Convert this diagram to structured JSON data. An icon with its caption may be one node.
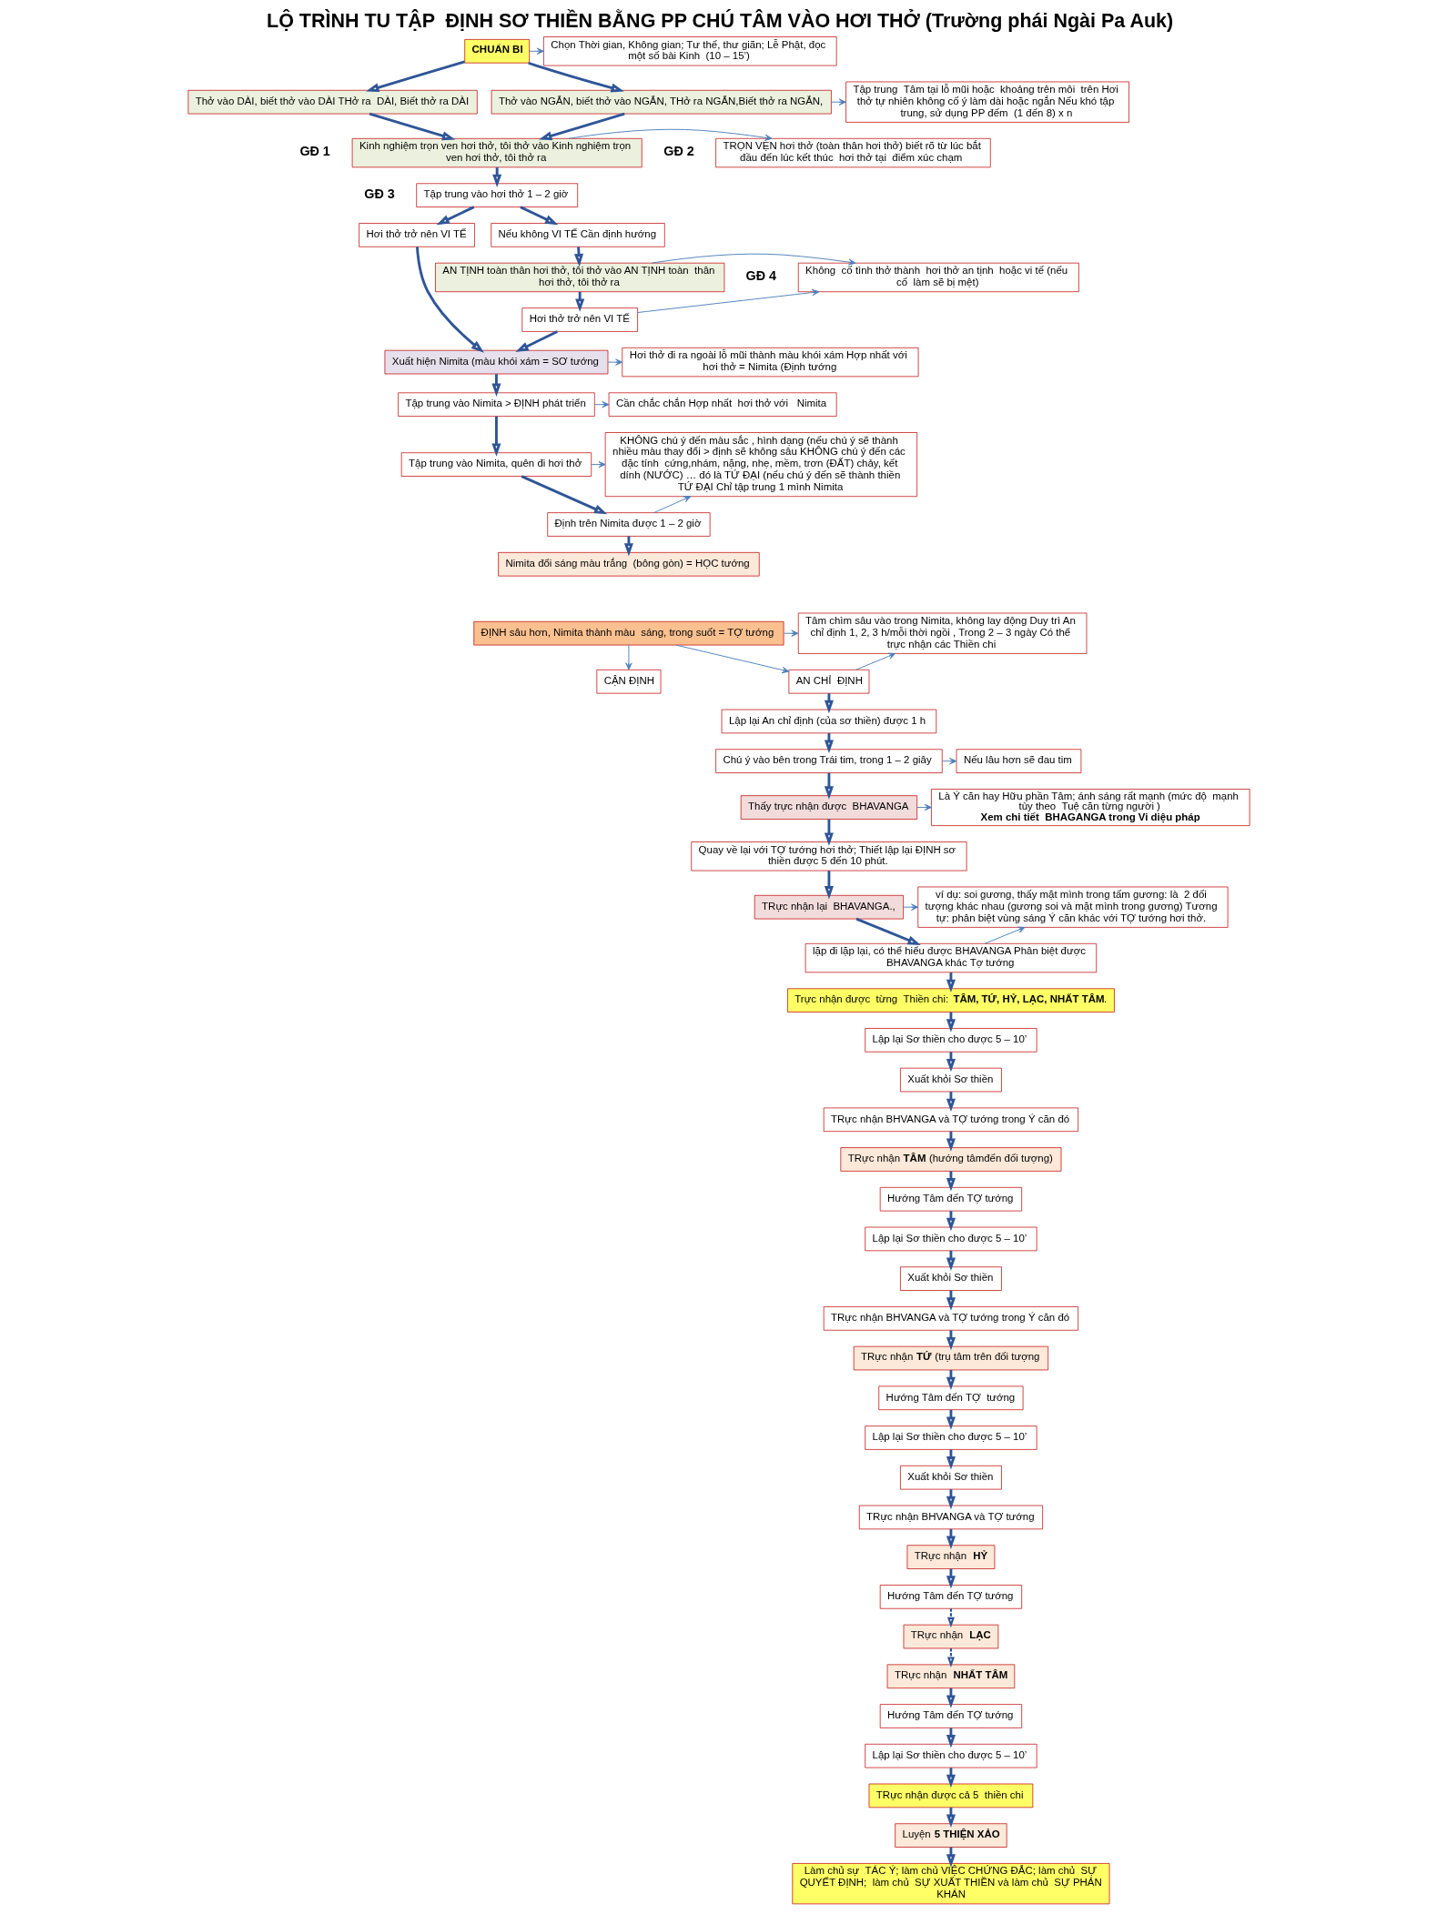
{
  "diagram": {
    "title": "LỘ TRÌNH TU TẬP  ĐỊNH SƠ THIỀN BẰNG PP CHÚ TÂM VÀO HƠI THỞ (Trường phái Ngài Pa Auk)",
    "nodes": [
      {
        "text": [
          "CHUẨN BI"
        ]
      },
      {
        "text": [
          "Chọn Thời gian, Không gian; Tư thế, thư giãn; Lễ Phật, đọc một số bài Kinh  (10 – 15’)"
        ]
      },
      {
        "text": [
          "Thở vào DÀI, biết thở vào DÀI THở ra  DÀI, Biết thở ra DÀI"
        ]
      },
      {
        "text": [
          "Thở vào NGẮN, biết thở vào NGẮN, THở ra NGẮN,Biết thở ra NGẮN,"
        ]
      },
      {
        "text": [
          "Tập trung  Tâm tại lỗ mũi hoặc  khoảng trên môi  trên Hơi thở tự nhiên không cố ý làm dài hoặc ngắn Nếu khó tập trung, sử dụng PP đếm  (1 đến 8) x n"
        ]
      },
      {
        "text": [
          "Kinh nghiệm trọn ven hơi thở, tôi thở vào Kinh nghiệm trọn ven hơi thở, tôi thở ra"
        ]
      },
      {
        "text": [
          "TRỌN VẸN hơi thở (toàn thân hơi thở) biết rõ từ lúc bắt đầu đến lúc kết thúc  hơi thở tại  điểm xúc chạm"
        ]
      },
      {
        "text": [
          "Tập trung vào hơi thở 1 – 2 giờ"
        ]
      },
      {
        "text": [
          "Hơi thở trở nên VI TẾ"
        ]
      },
      {
        "text": [
          "Nếu không VI TẾ Cần định hướng"
        ]
      },
      {
        "text": [
          "AN TỊNH toàn thân hơi thở, tôi thở vào AN TỊNH toàn  thân hơi thở, tôi thở ra"
        ]
      },
      {
        "text": [
          "Không  cố tình thở thành  hơi thở an tịnh  hoặc vi tế (nếu cố  làm sẽ bị mệt)"
        ]
      },
      {
        "text": [
          "Hơi thở trở nên VI TẾ"
        ]
      },
      {
        "text": [
          "Xuất hiện Nimita (màu khói xám = SƠ tướng"
        ]
      },
      {
        "text": [
          "Hơi thở đi ra ngoài lỗ mũi thành màu khói xám Hợp nhất với hơi thở = Nimita (Định tướng"
        ]
      },
      {
        "text": [
          "Tập trung vào Nimita > ĐỊNH phát triển"
        ]
      },
      {
        "text": [
          "Cần chắc chắn Hợp nhất  hơi thở với   Nimita"
        ]
      },
      {
        "text": [
          "Tập trung vào Nimita, quên đi hơi thở"
        ]
      },
      {
        "text": [
          "Định trên Nimita được 1 – 2 giờ"
        ]
      },
      {
        "text": [
          "KHÔNG chú ý đến màu sắc , hình dạng (nếu chú ý sẽ thành nhiều màu thay đổi > định sẽ không sâu KHÔNG chú ý đến các đặc tính  cứng,nhám, nặng, nhẹ, mềm, trơn (ĐẤT) chảy, kết dính (NƯỚC) … đó là TỨ ĐẠI (nếu chú ý đến sẽ thành thiền TỨ ĐẠI Chỉ tập trung 1 mình Nimita"
        ]
      },
      {
        "text": [
          "Nimita đổi sáng màu trắng  (bông gòn) = HỌC tướng"
        ]
      },
      {
        "text": [
          "ĐỊNH sâu hơn, Nimita thành màu  sáng, trong suốt = TỢ tướng"
        ]
      },
      {
        "text": [
          "CẬN ĐỊNH"
        ]
      },
      {
        "text": [
          "AN CHỈ  ĐỊNH"
        ]
      },
      {
        "text": [
          "Tâm chìm sâu vào trong Nimita, không lay động Duy trì An chỉ định 1, 2, 3 h/mỗi thời ngồi , Trong 2 – 3 ngày Có thể trực nhận các Thiền chi"
        ]
      },
      {
        "text": [
          "Lập lại An chỉ định (của sơ thiền) được 1 h"
        ]
      },
      {
        "text": [
          "Chú ý vào bên trong Trái tim, trong 1 – 2 giây"
        ]
      },
      {
        "text": [
          "Nếu lâu hơn sẽ đau tim"
        ]
      },
      {
        "text": [
          "Thấy trực nhận được  BHAVANGA"
        ]
      },
      {
        "text": [
          "Là Ý căn hay Hữu phần Tâm; ánh sáng rất mạnh (mức độ  mạnh tùy theo  Tuệ căn từng người )",
          "Xem chi tiết  BHAGANGA trong Vi diệu pháp"
        ]
      },
      {
        "text": [
          "Quay về lại với TỢ tướng hơi thở; Thiết lập lại ĐỊNH sơ thiền được 5 đến 10 phút."
        ]
      },
      {
        "text": [
          "TRực nhận lại  BHAVANGA.,"
        ]
      },
      {
        "text": [
          "ví dụ: soi gương, thấy mặt mình trong tấm gương: là  2 đối tượng khác nhau (gương soi và mặt mình trong gương) Tương tự: phân biệt vùng sáng Ý căn khác với TỢ tướng hơi thở."
        ]
      },
      {
        "text": [
          "lặp đi lặp lại, có thể hiểu được BHAVANGA Phân biệt được BHAVANGA khác Tợ tướng"
        ]
      },
      {
        "text": [
          "Trực nhận được  từng  Thiền chi: **TÂM, TỨ, HỶ, LẠC, NHẤT TÂM**."
        ]
      },
      {
        "text": [
          "Lập lại Sơ thiền cho được 5 – 10’"
        ]
      },
      {
        "text": [
          "Xuất khỏi Sơ thiền"
        ]
      },
      {
        "text": [
          "TRực nhận BHVANGA và TỢ tướng trong Ý căn đó"
        ]
      },
      {
        "text": [
          "TRực nhận **TÂM** (hướng tâmđến đối tượng)"
        ]
      },
      {
        "text": [
          "Hướng Tâm đến TỢ tướng"
        ]
      },
      {
        "text": [
          "Lập lại Sơ thiền cho được 5 – 10’"
        ]
      },
      {
        "text": [
          "Xuất khỏi Sơ thiền"
        ]
      },
      {
        "text": [
          "TRực nhận BHVANGA và TỢ tướng trong Ý căn đó"
        ]
      },
      {
        "text": [
          "TRực nhận **TỨ** (trụ tâm trên đối tượng"
        ]
      },
      {
        "text": [
          "Hướng Tâm đến TỢ  tướng"
        ]
      },
      {
        "text": [
          "Lập lại Sơ thiền cho được 5 – 10’"
        ]
      },
      {
        "text": [
          "Xuất khỏi Sơ thiền"
        ]
      },
      {
        "text": [
          "TRực nhận BHVANGA và TỢ tướng"
        ]
      },
      {
        "text": [
          "TRực nhận  **HỶ**"
        ]
      },
      {
        "text": [
          "Hướng Tâm đến TỢ tướng"
        ]
      },
      {
        "text": [
          "TRực nhận  **LẠC**"
        ]
      },
      {
        "text": [
          "TRực nhận  **NHẤT TÂM**"
        ]
      },
      {
        "text": [
          "Hướng Tâm đến TỢ tướng"
        ]
      },
      {
        "text": [
          "Lập lại Sơ thiền cho được 5 – 10’"
        ]
      },
      {
        "text": [
          "TRực nhận được cả 5  thiền chi"
        ]
      },
      {
        "text": [
          "Luyện **5 THIỆN XẢO**"
        ]
      },
      {
        "text": [
          "Làm chủ sự  TÁC Ý; làm chủ VIỆC CHỨNG ĐẮC; làm chủ  SỰ QUYẾT ĐỊNH;  làm chủ  SỰ XUẤT THIỀN và làm chủ  SỰ PHẢN KHÁN"
        ]
      }
    ],
    "edges": [
      {
        "from": 0,
        "to": 1,
        "arrow": "to",
        "color": "#4a7ebb"
      },
      {
        "from": 0,
        "to": 2,
        "arrow": "to"
      },
      {
        "from": 0,
        "to": 3,
        "arrow": "to"
      },
      {
        "from": 3,
        "to": 4,
        "arrow": "to",
        "color": "#4a7ebb"
      },
      {
        "from": 2,
        "to": 5,
        "arrow": "to"
      },
      {
        "from": 3,
        "to": 5,
        "arrow": "to"
      },
      {
        "from": 5,
        "to": 6,
        "arrow": "to",
        "color": "#4a7ebb"
      },
      {
        "from": 5,
        "to": 7,
        "arrow": "to"
      },
      {
        "from": 7,
        "to": 8,
        "arrow": "to"
      },
      {
        "from": 7,
        "to": 9,
        "arrow": "to"
      },
      {
        "from": 9,
        "to": 10,
        "arrow": "to"
      },
      {
        "from": 10,
        "to": 11,
        "arrow": "to",
        "color": "#4a7ebb"
      },
      {
        "from": 10,
        "to": 12,
        "arrow": "to"
      },
      {
        "from": 12,
        "to": 11,
        "arrow": "to",
        "color": "#4a7ebb"
      },
      {
        "from": 8,
        "to": 13,
        "arrow": "to"
      },
      {
        "from": 12,
        "to": 13,
        "arrow": "to"
      },
      {
        "from": 13,
        "to": 14,
        "arrow": "to",
        "color": "#4a7ebb"
      },
      {
        "from": 13,
        "to": 15,
        "arrow": "to"
      },
      {
        "from": 15,
        "to": 16,
        "arrow": "to",
        "color": "#4a7ebb"
      },
      {
        "from": 15,
        "to": 17,
        "arrow": "to"
      },
      {
        "from": 17,
        "to": 19,
        "arrow": "to",
        "color": "#4a7ebb"
      },
      {
        "from": 17,
        "to": 18,
        "arrow": "to"
      },
      {
        "from": 18,
        "to": 19,
        "arrow": "to",
        "color": "#4a7ebb"
      },
      {
        "from": 18,
        "to": 20,
        "arrow": "to"
      },
      {
        "from": 21,
        "to": 24,
        "arrow": "to",
        "color": "#4a7ebb"
      },
      {
        "from": 21,
        "to": 22,
        "arrow": "to",
        "color": "#4a7ebb"
      },
      {
        "from": 21,
        "to": 23,
        "arrow": "to",
        "color": "#4a7ebb"
      },
      {
        "from": 23,
        "to": 24,
        "arrow": "to",
        "color": "#4a7ebb"
      },
      {
        "from": 23,
        "to": 25,
        "arrow": "to"
      },
      {
        "from": 25,
        "to": 26,
        "arrow": "to"
      },
      {
        "from": 26,
        "to": 27,
        "arrow": "to",
        "color": "#4a7ebb"
      },
      {
        "from": 26,
        "to": 28,
        "arrow": "to"
      },
      {
        "from": 28,
        "to": 29,
        "arrow": "to",
        "color": "#4a7ebb"
      },
      {
        "from": 28,
        "to": 30,
        "arrow": "to"
      },
      {
        "from": 30,
        "to": 31,
        "arrow": "to"
      },
      {
        "from": 31,
        "to": 32,
        "arrow": "to",
        "color": "#4a7ebb"
      },
      {
        "from": 31,
        "to": 33,
        "arrow": "to"
      },
      {
        "from": 33,
        "to": 32,
        "arrow": "to",
        "color": "#4a7ebb"
      },
      {
        "from": 33,
        "to": 34,
        "arrow": "to"
      },
      {
        "from": 34,
        "to": 35,
        "arrow": "to"
      },
      {
        "from": 35,
        "to": 36,
        "arrow": "to"
      },
      {
        "from": 36,
        "to": 37,
        "arrow": "to"
      },
      {
        "from": 37,
        "to": 38,
        "arrow": "to"
      },
      {
        "from": 38,
        "to": 39,
        "arrow": "to"
      },
      {
        "from": 39,
        "to": 40,
        "arrow": "to"
      },
      {
        "from": 40,
        "to": 41,
        "arrow": "to"
      },
      {
        "from": 41,
        "to": 42,
        "arrow": "to"
      },
      {
        "from": 42,
        "to": 43,
        "arrow": "to"
      },
      {
        "from": 43,
        "to": 44,
        "arrow": "to"
      },
      {
        "from": 44,
        "to": 45,
        "arrow": "to"
      },
      {
        "from": 45,
        "to": 46,
        "arrow": "to"
      },
      {
        "from": 46,
        "to": 47,
        "arrow": "to"
      },
      {
        "from": 47,
        "to": 48,
        "arrow": "to"
      },
      {
        "from": 48,
        "to": 49,
        "arrow": "to"
      },
      {
        "from": 49,
        "to": 50,
        "arrow": "to",
        "style": "dashed"
      },
      {
        "from": 50,
        "to": 51,
        "arrow": "to",
        "style": "dashed"
      },
      {
        "from": 51,
        "to": 52,
        "arrow": "to"
      },
      {
        "from": 52,
        "to": 53,
        "arrow": "to"
      },
      {
        "from": 53,
        "to": 54,
        "arrow": "to"
      },
      {
        "from": 54,
        "to": 55,
        "arrow": "to"
      },
      {
        "from": 55,
        "to": 56,
        "arrow": "to"
      }
    ],
    "labels": [
      "GĐ 1",
      "GĐ 2",
      "GĐ 3",
      "GĐ 4"
    ]
  }
}
